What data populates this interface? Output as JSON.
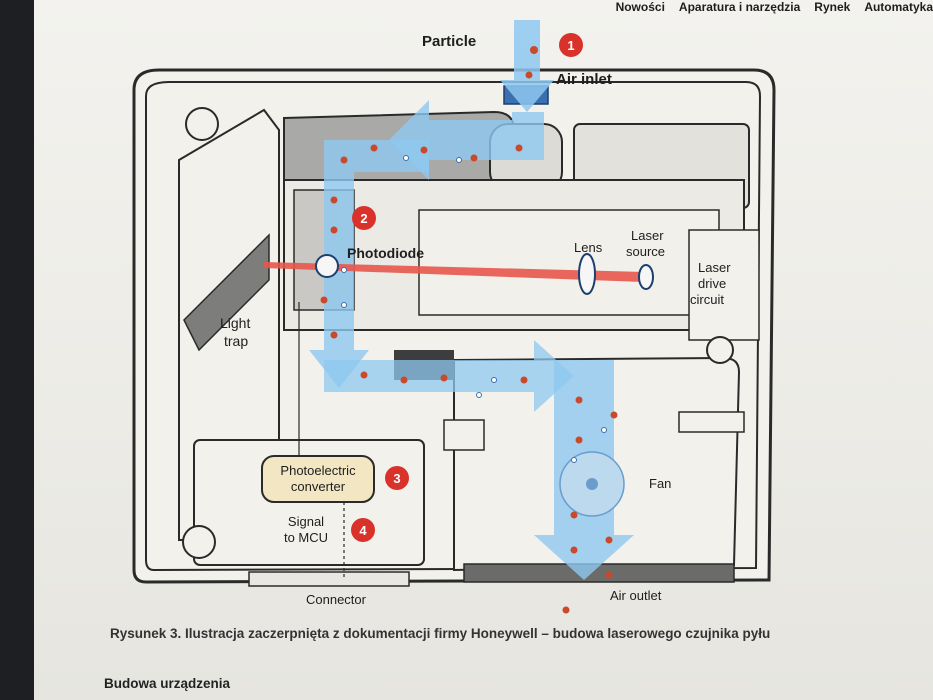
{
  "nav": {
    "items": [
      "Nowości",
      "Aparatura i narzędzia",
      "Rynek",
      "Automatyka"
    ]
  },
  "diagram": {
    "labels": {
      "particle": "Particle",
      "air_inlet": "Air inlet",
      "photodiode": "Photodiode",
      "lens": "Lens",
      "laser_source_1": "Laser",
      "laser_source_2": "source",
      "laser_drive_1": "Laser",
      "laser_drive_2": "drive",
      "laser_drive_3": "circuit",
      "light_trap_1": "Light",
      "light_trap_2": "trap",
      "photoelectric_1": "Photoelectric",
      "photoelectric_2": "converter",
      "signal_1": "Signal",
      "signal_2": "to MCU",
      "fan": "Fan",
      "connector": "Connector",
      "air_outlet": "Air outlet"
    },
    "steps": [
      "1",
      "2",
      "3",
      "4"
    ]
  },
  "caption": "Rysunek 3. Ilustracja zaczerpnięta z dokumentacji firmy Honeywell – budowa laserowego czujnika pyłu",
  "section_title": "Budowa urządzenia",
  "colors": {
    "air_flow": "#8ec8f0",
    "laser": "#e8564c",
    "step_badge": "#d8322a",
    "converter_fill": "#f3e6c2"
  }
}
